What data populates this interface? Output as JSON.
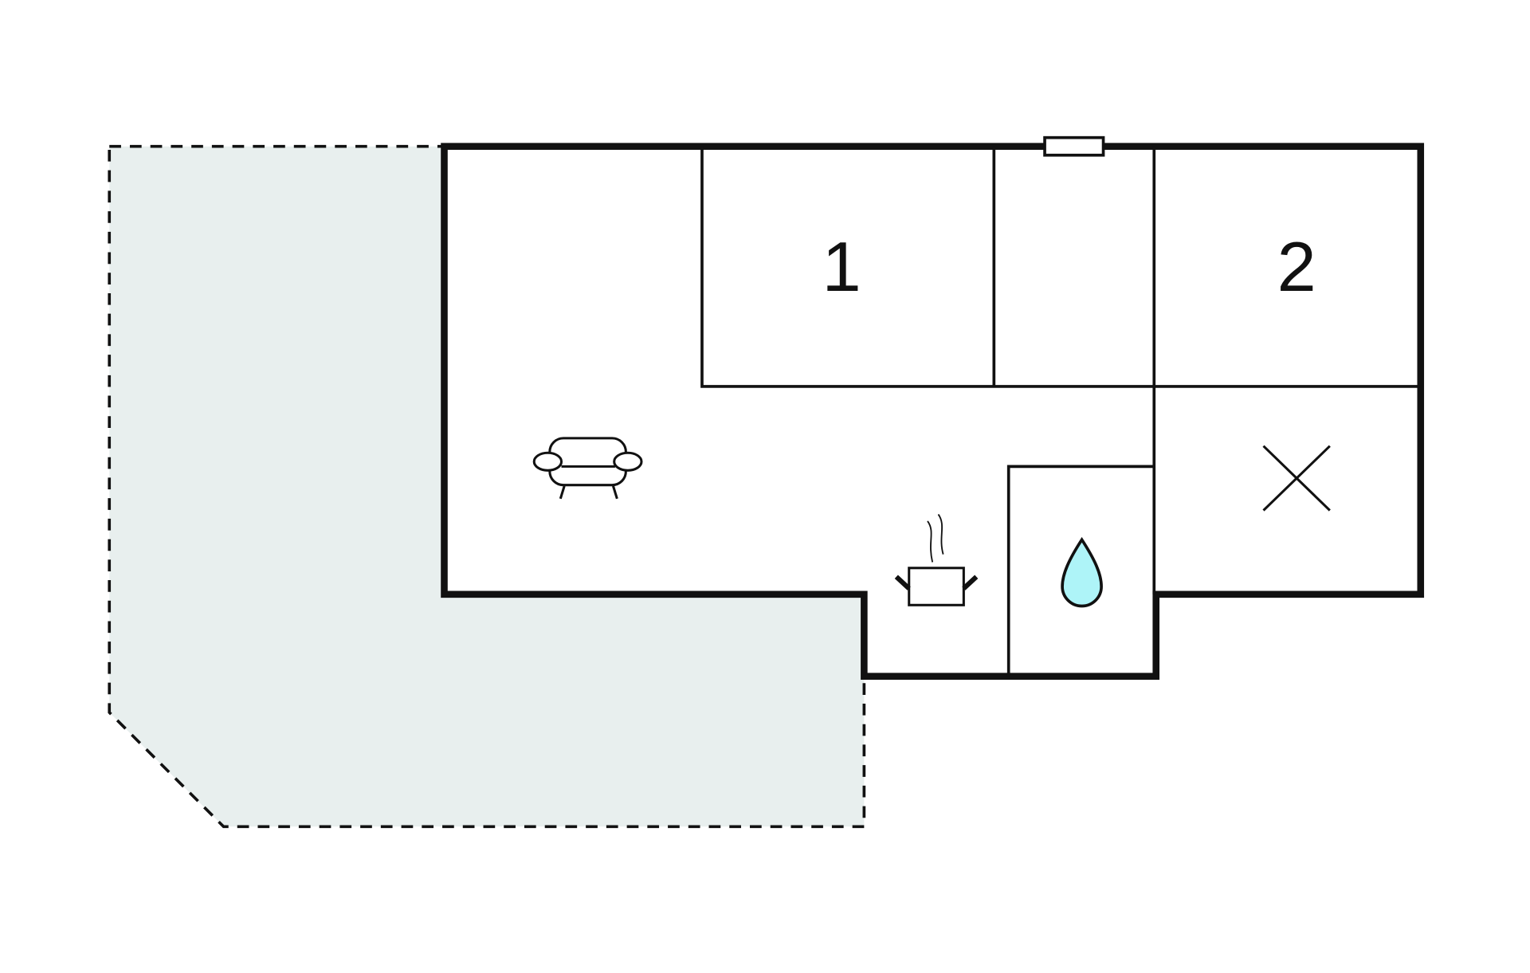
{
  "plan": {
    "rooms": [
      {
        "id": "bedroom-1",
        "label": "1"
      },
      {
        "id": "bedroom-2",
        "label": "2"
      }
    ],
    "icons": [
      "sofa-icon",
      "cooking-pot-icon",
      "water-drop-icon",
      "cross-icon",
      "window-icon"
    ],
    "colors": {
      "terrace": "#e8efee",
      "wall": "#111111",
      "water": "#aef4f8"
    }
  }
}
